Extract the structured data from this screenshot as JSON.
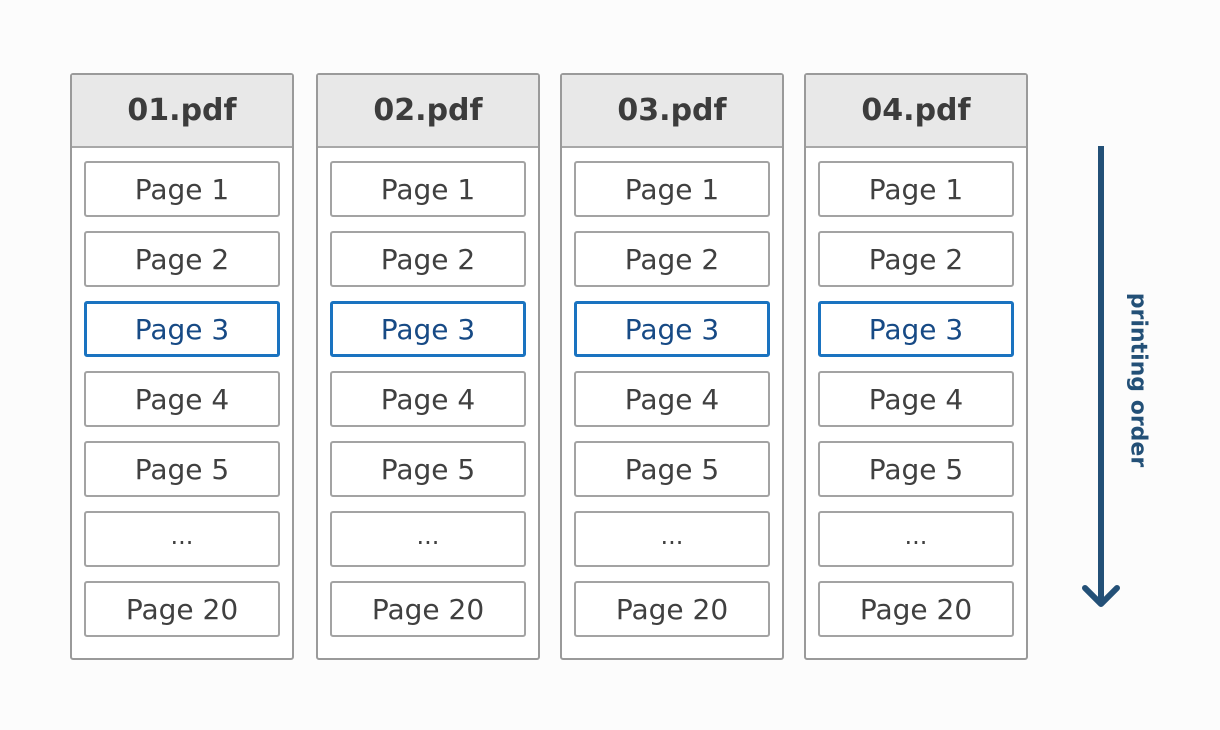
{
  "files": [
    {
      "name": "01.pdf",
      "pages": [
        "Page 1",
        "Page 2",
        "Page 3",
        "Page 4",
        "Page 5",
        "...",
        "Page 20"
      ]
    },
    {
      "name": "02.pdf",
      "pages": [
        "Page 1",
        "Page 2",
        "Page 3",
        "Page 4",
        "Page 5",
        "...",
        "Page 20"
      ]
    },
    {
      "name": "03.pdf",
      "pages": [
        "Page 1",
        "Page 2",
        "Page 3",
        "Page 4",
        "Page 5",
        "...",
        "Page 20"
      ]
    },
    {
      "name": "04.pdf",
      "pages": [
        "Page 1",
        "Page 2",
        "Page 3",
        "Page 4",
        "Page 5",
        "...",
        "Page 20"
      ]
    }
  ],
  "highlighted_page_index": 2,
  "arrow": {
    "label": "printing order",
    "icon": "arrow-down-icon",
    "color": "#235077"
  },
  "colors": {
    "highlight_border": "#1a73c0",
    "highlight_text": "#174a85",
    "header_bg": "#e8e8e8"
  }
}
